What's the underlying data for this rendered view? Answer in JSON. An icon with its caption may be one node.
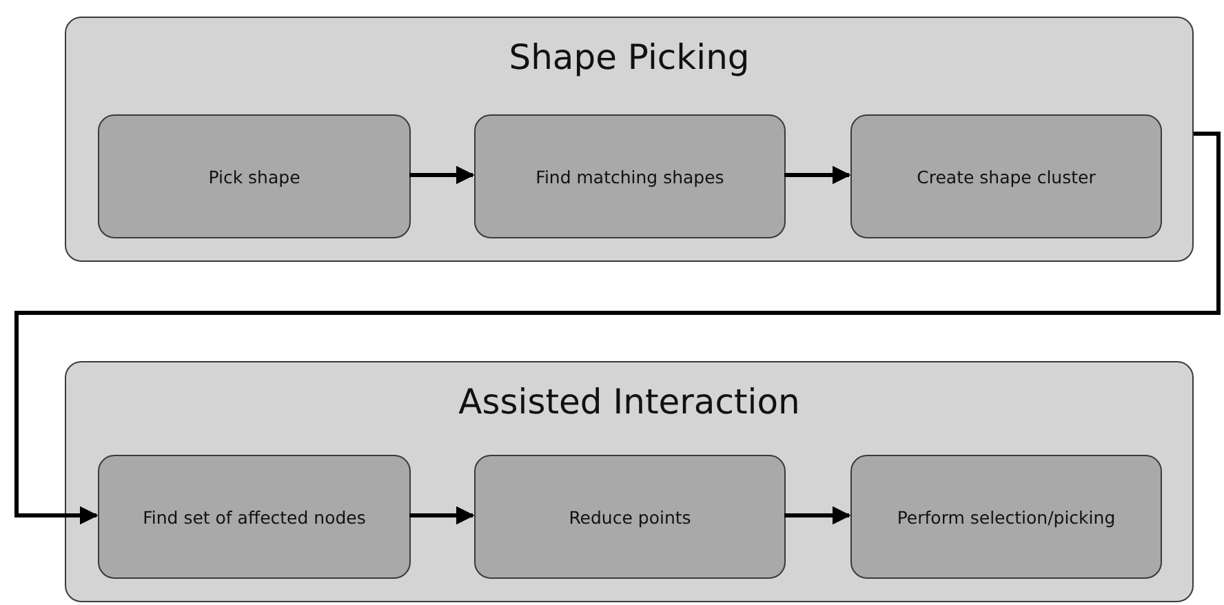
{
  "diagram": {
    "nodes": [
      {
        "text": [
          "Shape Picking"
        ]
      },
      {
        "text": [
          "Pick shape"
        ],
        "in": 0
      },
      {
        "text": [
          "Find matching shapes"
        ],
        "in": 0
      },
      {
        "text": [
          "Create shape cluster"
        ],
        "in": 0
      },
      {
        "text": [
          "Assisted Interaction"
        ]
      },
      {
        "text": [
          "Find set of affected nodes"
        ],
        "in": 4
      },
      {
        "text": [
          "Reduce points"
        ],
        "in": 4
      },
      {
        "text": [
          "Perform selection/picking"
        ],
        "in": 4
      }
    ],
    "edges": [
      {
        "from": 1,
        "to": 2,
        "arrow": "to"
      },
      {
        "from": 2,
        "to": 3,
        "arrow": "to"
      },
      {
        "from": 0,
        "to": 5,
        "arrow": "to"
      },
      {
        "from": 5,
        "to": 6,
        "arrow": "to"
      },
      {
        "from": 6,
        "to": 7,
        "arrow": "to"
      }
    ]
  }
}
